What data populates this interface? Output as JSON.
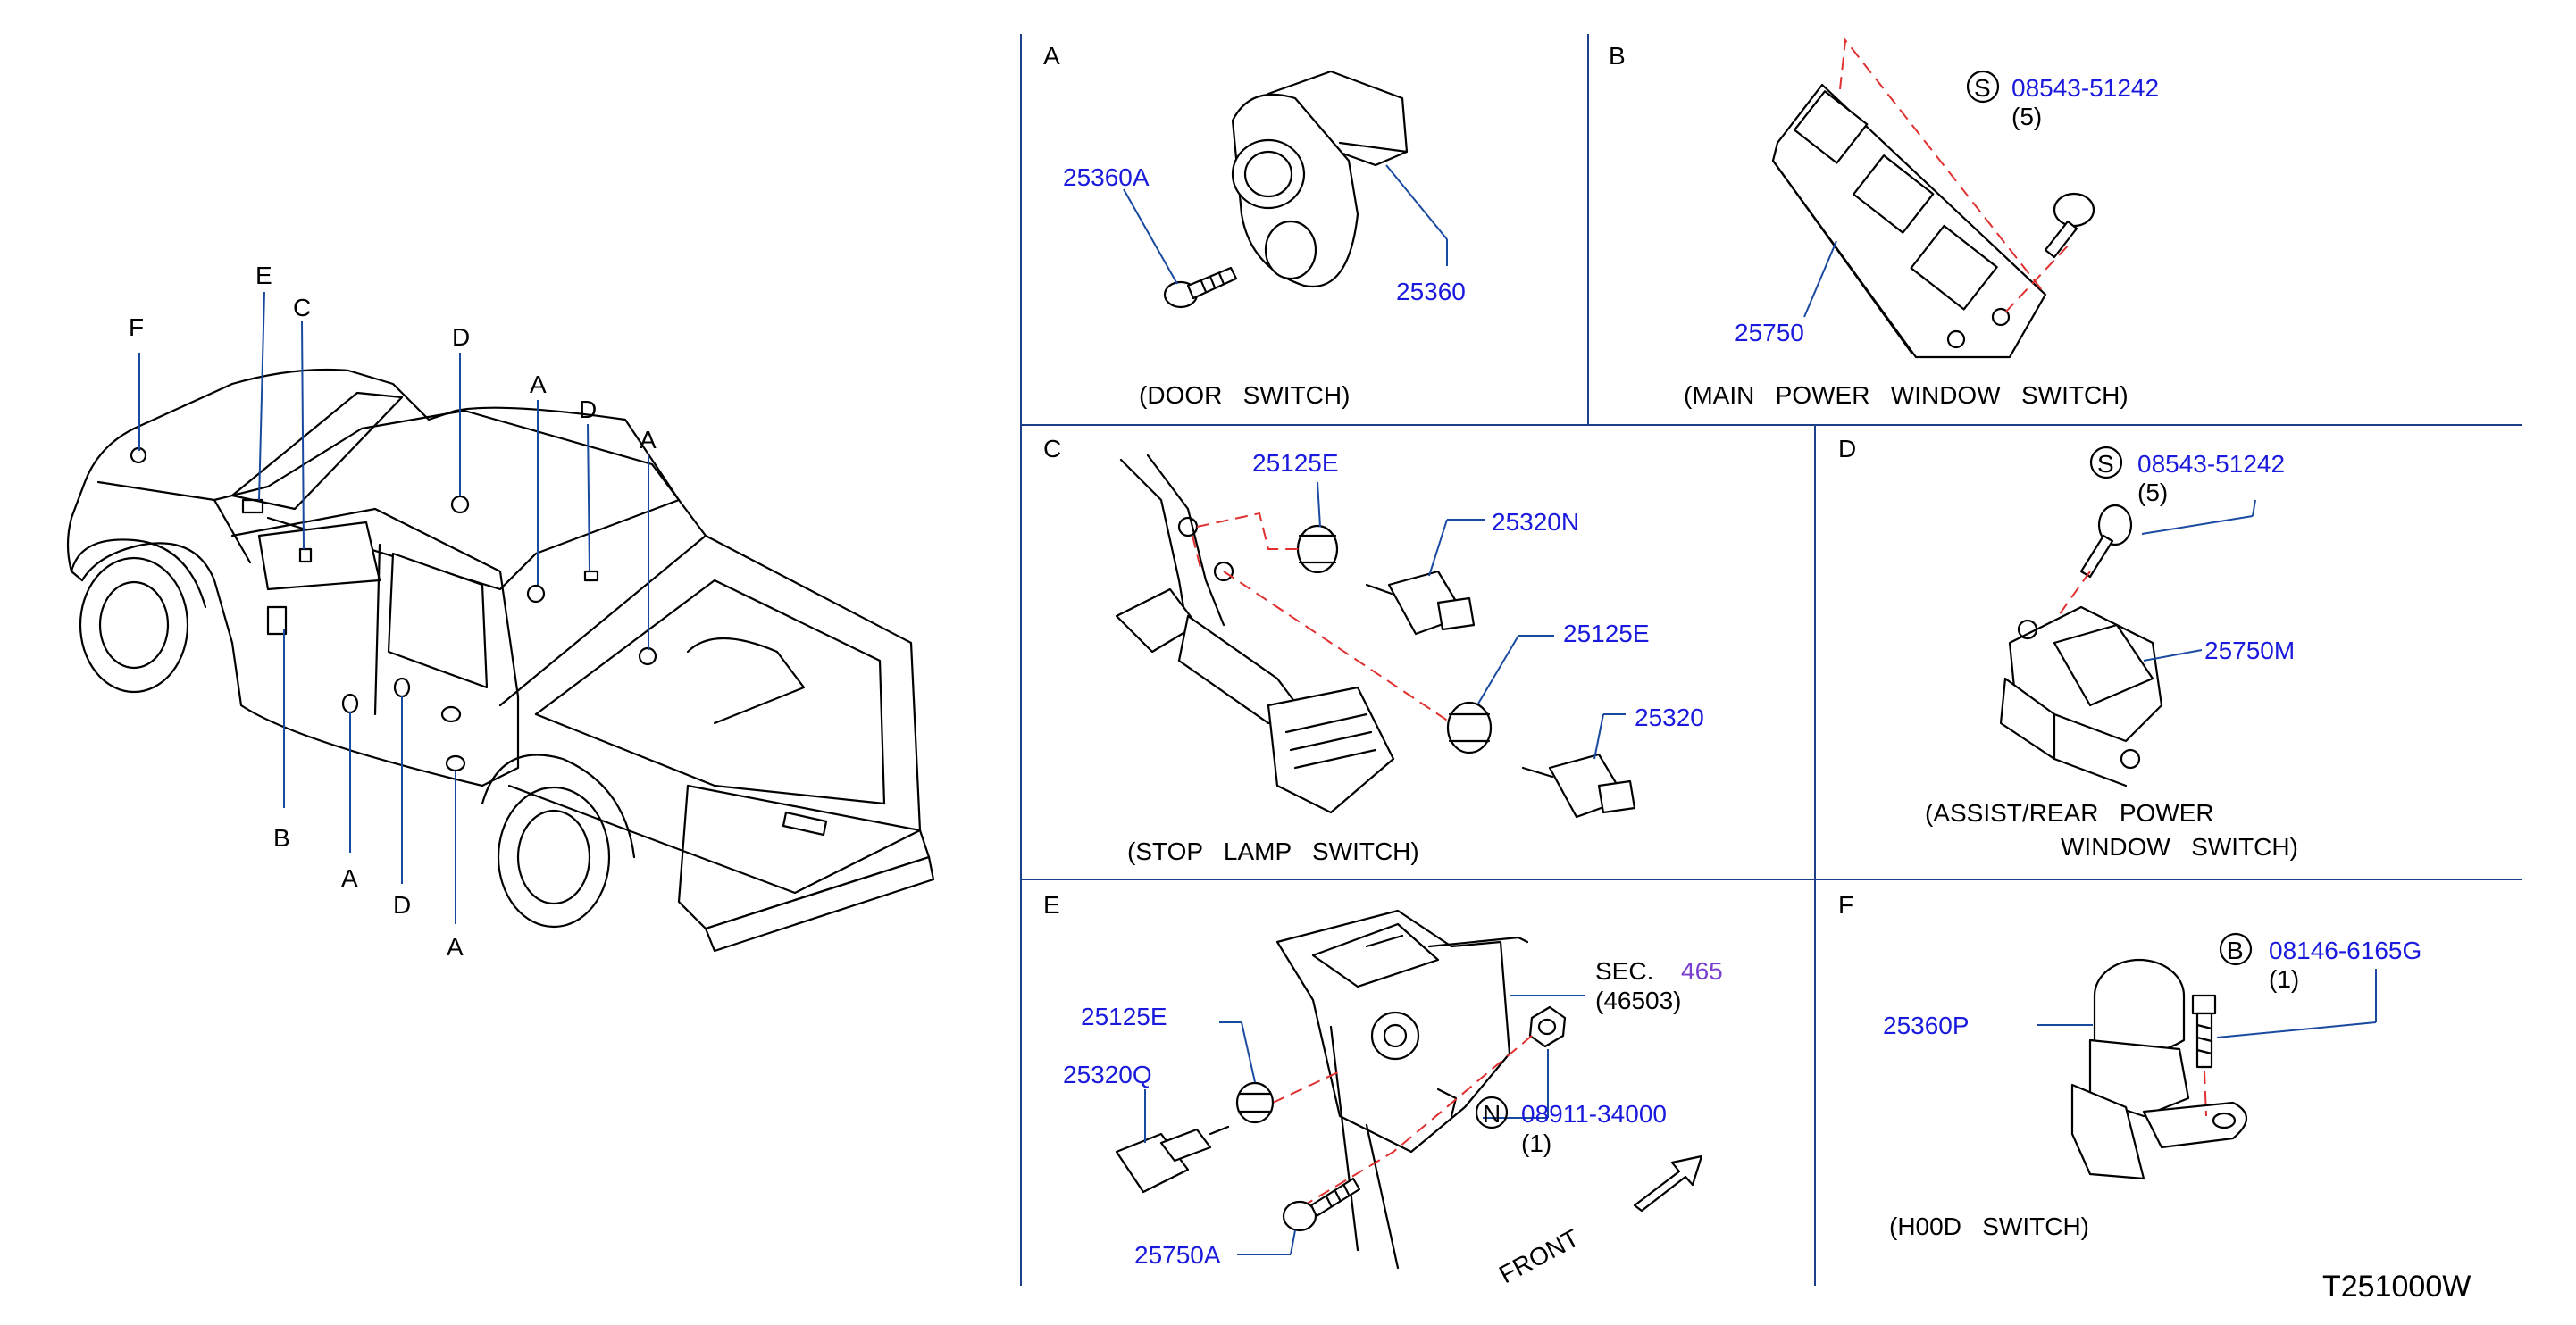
{
  "colors": {
    "part_number": "#1a1adc",
    "frame": "#1c3f8a",
    "dashed_guide": "#e03030",
    "linework": "#000000"
  },
  "truck_callouts": {
    "e": "E",
    "c": "C",
    "f": "F",
    "d_roof": "D",
    "a_rear_door": "A",
    "d_rear": "D",
    "a_bed": "A",
    "b": "B",
    "a_front": "A",
    "d_lower": "D",
    "a_lower": "A"
  },
  "panel_a": {
    "letter": "A",
    "screw_pn": "25360A",
    "switch_pn": "25360",
    "caption": "(DOOR   SWITCH)"
  },
  "panel_b": {
    "letter": "B",
    "screw_symbol": "S",
    "screw_pn": "08543-51242",
    "screw_qty": "(5)",
    "switch_pn": "25750",
    "caption": "(MAIN   POWER   WINDOW   SWITCH)"
  },
  "panel_c": {
    "letter": "C",
    "clip_pn_1": "25125E",
    "switch_pn_1": "25320N",
    "clip_pn_2": "25125E",
    "switch_pn_2": "25320",
    "caption": "(STOP   LAMP   SWITCH)"
  },
  "panel_d": {
    "letter": "D",
    "screw_symbol": "S",
    "screw_pn": "08543-51242",
    "screw_qty": "(5)",
    "switch_pn": "25750M",
    "caption_line1": "(ASSIST/REAR   POWER",
    "caption_line2": "WINDOW   SWITCH)"
  },
  "panel_e": {
    "letter": "E",
    "sec_label": "SEC.",
    "sec_number": "465",
    "sec_sub": "(46503)",
    "clip_pn": "25125E",
    "switch_pn": "25320Q",
    "nut_symbol": "N",
    "nut_pn": "08911-34000",
    "nut_qty": "(1)",
    "bolt_pn": "25750A",
    "front_label": "FRONT"
  },
  "panel_f": {
    "letter": "F",
    "switch_pn": "25360P",
    "bolt_symbol": "B",
    "bolt_pn": "08146-6165G",
    "bolt_qty": "(1)",
    "caption": "(H00D   SWITCH)"
  },
  "figure_code": "T251000W"
}
